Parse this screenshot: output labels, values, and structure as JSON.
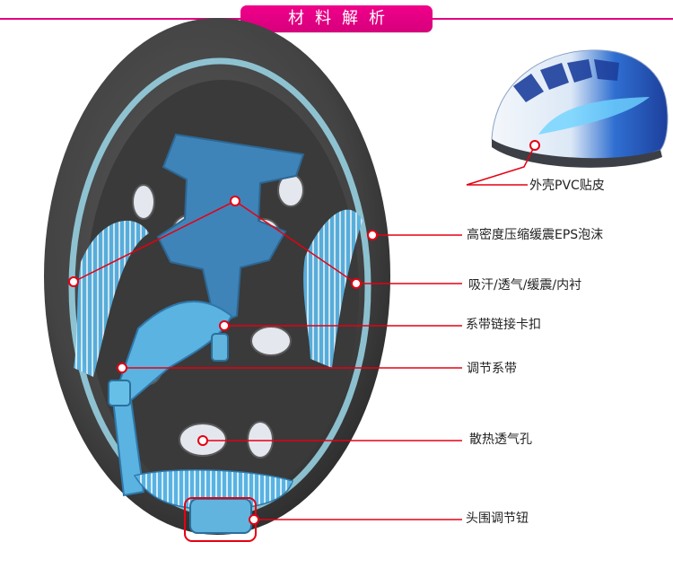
{
  "header": {
    "title": "材料解析"
  },
  "colors": {
    "accent": "#e4007f",
    "callout_line": "#e60012",
    "foam": "#4b4b4b",
    "strap_blue": "#4ea9d8",
    "liner_blue": "#3f7fb0"
  },
  "labels": {
    "shell": "外壳PVC贴皮",
    "eps": "高密度压缩缓震EPS泡沫",
    "liner": "吸汗/透气/缓震/内衬",
    "buckle": "系带链接卡扣",
    "strap": "调节系带",
    "vent": "散热透气孔",
    "dial": "头围调节钮"
  }
}
